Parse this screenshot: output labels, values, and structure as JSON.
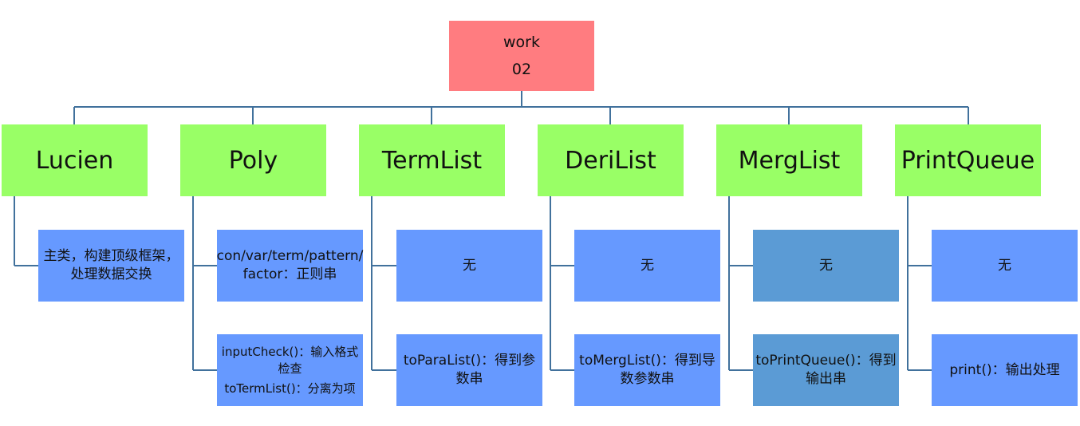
{
  "colors": {
    "root": "#ff7c80",
    "class": "#99ff66",
    "leaf": "#6699ff",
    "leaf_dark": "#5b9bd5",
    "connector": "#41719c"
  },
  "root": {
    "line1": "work",
    "line2": "02"
  },
  "classes": [
    {
      "name": "Lucien",
      "items": [
        {
          "lines": [
            "主类，构建顶级框架，",
            "处理数据交换"
          ]
        }
      ]
    },
    {
      "name": "Poly",
      "items": [
        {
          "lines": [
            "con/var/term/pattern/",
            "factor：正则串"
          ]
        },
        {
          "lines": [
            "inputCheck()：输入格式",
            "检查"
          ],
          "extra": "toTermList()：分离为项"
        }
      ]
    },
    {
      "name": "TermList",
      "items": [
        {
          "lines": [
            "无"
          ]
        },
        {
          "lines": [
            "toParaList()：得到参",
            "数串"
          ]
        }
      ]
    },
    {
      "name": "DeriList",
      "items": [
        {
          "lines": [
            "无"
          ]
        },
        {
          "lines": [
            "toMergList()：得到导",
            "数参数串"
          ]
        }
      ]
    },
    {
      "name": "MergList",
      "items": [
        {
          "lines": [
            "无"
          ]
        },
        {
          "lines": [
            "toPrintQueue()：得到",
            "输出串"
          ]
        }
      ]
    },
    {
      "name": "PrintQueue",
      "items": [
        {
          "lines": [
            "无"
          ]
        },
        {
          "lines": [
            "print()：输出处理"
          ]
        }
      ]
    }
  ]
}
